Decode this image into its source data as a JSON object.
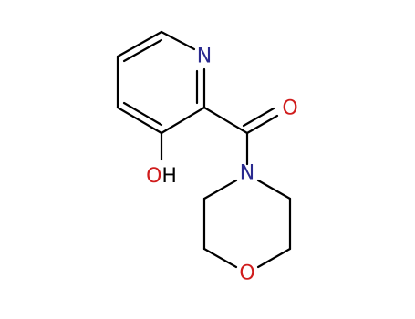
{
  "molecule": {
    "atoms": {
      "pyridine_nitrogen": "N",
      "carbonyl_oxygen": "O",
      "hydroxyl": "OH",
      "amide_nitrogen": "N",
      "ring_oxygen": "O"
    },
    "colors": {
      "bond": "#000000",
      "nitrogen": "#2a2a8f",
      "oxygen": "#d01c1c",
      "hydroxyl_o": "#d01c1c",
      "hydroxyl_h": "#000000"
    }
  }
}
